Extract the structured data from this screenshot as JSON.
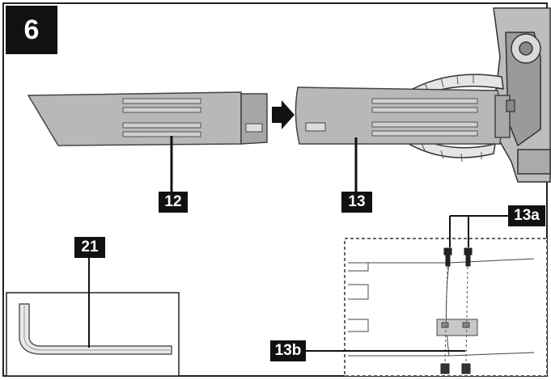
{
  "figure": {
    "step_number": "6",
    "labels": {
      "nozzle": "12",
      "tube": "13",
      "screws": "13a",
      "nuts": "13b",
      "hex_key": "21"
    },
    "colors": {
      "part_fill": "#b8b8b8",
      "part_stroke": "#444444",
      "label_bg": "#111111",
      "label_text": "#ffffff"
    },
    "icons": [
      "arrow-right-icon",
      "hex-key-icon",
      "screw-icon",
      "nut-icon"
    ]
  }
}
